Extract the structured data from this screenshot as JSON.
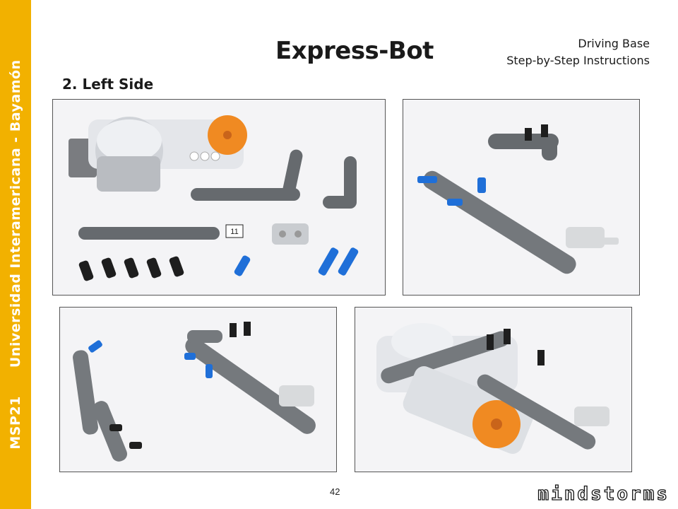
{
  "sidebar": {
    "course": "MSP21",
    "university": "Universidad Interamericana - Bayamón"
  },
  "header": {
    "title": "Express-Bot",
    "subtitle_line1": "Driving Base",
    "subtitle_line2": "Step-by-Step Instructions"
  },
  "section": {
    "heading": "2. Left Side"
  },
  "steps": [
    {
      "parts_label": "11"
    }
  ],
  "footer": {
    "page_number": "42",
    "brand": "mindstorms"
  },
  "colors": {
    "side_band": "#f2b100",
    "beam_dark": "#666a6e",
    "beam_light": "#d8dadc",
    "pin_black": "#1e1e1e",
    "pin_blue": "#1f6fd8",
    "hub_orange": "#f08a22"
  }
}
